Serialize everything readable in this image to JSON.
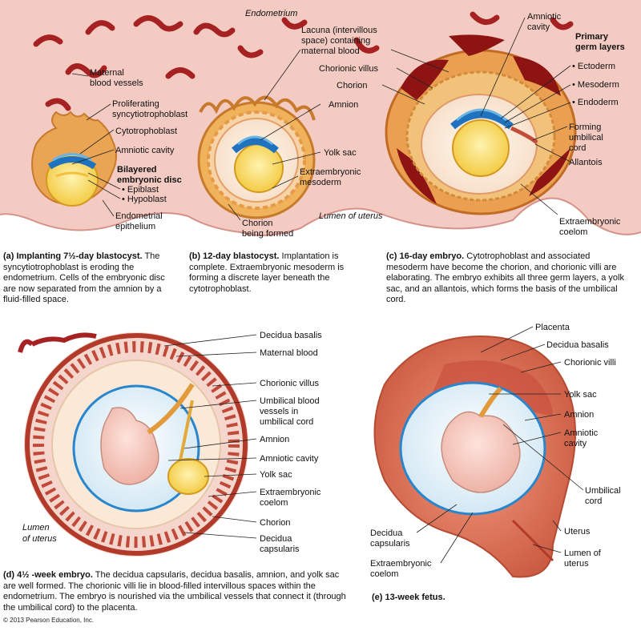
{
  "top_labels": {
    "endometrium": "Endometrium",
    "maternal_blood_vessels": [
      "Maternal",
      "blood vessels"
    ],
    "proliferating": [
      "Proliferating",
      "syncytiotrophoblast"
    ],
    "cytotrophoblast": "Cytotrophoblast",
    "amniotic_cavity_a": "Amniotic cavity",
    "bilayered": [
      "Bilayered",
      "embryonic disc"
    ],
    "epiblast": "• Epiblast",
    "hypoblast": "• Hypoblast",
    "endometrial_epithelium": [
      "Endometrial",
      "epithelium"
    ],
    "lacuna": [
      "Lacuna (intervillous",
      "space) containing",
      "maternal blood"
    ],
    "chorionic_villus_b": "Chorionic villus",
    "chorion_b": "Chorion",
    "amnion_b": "Amnion",
    "yolk_sac_b": "Yolk sac",
    "extraembryonic_mesoderm": [
      "Extraembryonic",
      "mesoderm"
    ],
    "lumen_of_uterus_b": "Lumen of uterus",
    "chorion_being_formed": [
      "Chorion",
      "being formed"
    ],
    "amniotic_cavity_c": [
      "Amniotic",
      "cavity"
    ],
    "primary_germ_layers": [
      "Primary",
      "germ layers"
    ],
    "ectoderm": "• Ectoderm",
    "mesoderm": "• Mesoderm",
    "endoderm": "• Endoderm",
    "forming_umbilical_cord": [
      "Forming",
      "umbilical",
      "cord"
    ],
    "allantois": "Allantois",
    "extraembryonic_coelom_c": [
      "Extraembryonic",
      "coelom"
    ]
  },
  "captions": {
    "a_title": "(a) Implanting 7½-day blastocyst.",
    "a_text": "The syncytiotrophoblast is eroding the endometrium. Cells of the embryonic disc are now separated from the amnion by a fluid-filled space.",
    "b_title": "(b) 12-day blastocyst.",
    "b_text": "Implantation is complete. Extraembryonic mesoderm is forming a discrete layer beneath the cytotrophoblast.",
    "c_title": "(c) 16-day embryo.",
    "c_text": "Cytotrophoblast and associated mesoderm have become the chorion, and chorionic villi are elaborating. The embryo exhibits all three germ layers, a yolk sac, and an allantois, which forms the basis of the umbilical cord.",
    "d_title": "(d) 4½ -week embryo.",
    "d_text": "The decidua capsularis, decidua basalis, amnion, and yolk sac are well formed. The chorionic villi lie in blood-filled intervillous spaces within the endometrium. The embryo is nourished via the umbilical vessels that connect it (through the umbilical cord) to the placenta.",
    "e_title": "(e) 13-week fetus."
  },
  "d_labels": {
    "decidua_basalis": "Decidua basalis",
    "maternal_blood": "Maternal blood",
    "chorionic_villus": "Chorionic villus",
    "umbilical_vessels": [
      "Umbilical blood",
      "vessels in",
      "umbilical cord"
    ],
    "amnion": "Amnion",
    "amniotic_cavity": "Amniotic cavity",
    "yolk_sac": "Yolk sac",
    "extraembryonic_coelom": [
      "Extraembryonic",
      "coelom"
    ],
    "chorion": "Chorion",
    "decidua_capsularis": [
      "Decidua",
      "capsularis"
    ],
    "lumen_of_uterus": [
      "Lumen",
      "of uterus"
    ]
  },
  "e_labels": {
    "placenta": "Placenta",
    "decidua_basalis": "Decidua basalis",
    "chorionic_villi": "Chorionic villi",
    "yolk_sac": "Yolk sac",
    "amnion": "Amnion",
    "amniotic_cavity": [
      "Amniotic",
      "cavity"
    ],
    "umbilical_cord": [
      "Umbilical",
      "cord"
    ],
    "uterus": "Uterus",
    "lumen_of_uterus": [
      "Lumen of",
      "uterus"
    ],
    "decidua_capsularis": [
      "Decidua",
      "capsularis"
    ],
    "extraembryonic_coelom": [
      "Extraembryonic",
      "coelom"
    ]
  },
  "copyright": "© 2013 Pearson Education, Inc.",
  "colors": {
    "endometrium": "#f3c9c2",
    "trophoblast": "#e8a24a",
    "blood": "#a31f1f",
    "amnion": "#3a8fd0",
    "yolk": "#f6d24a",
    "uterus": "#e07a5a"
  }
}
